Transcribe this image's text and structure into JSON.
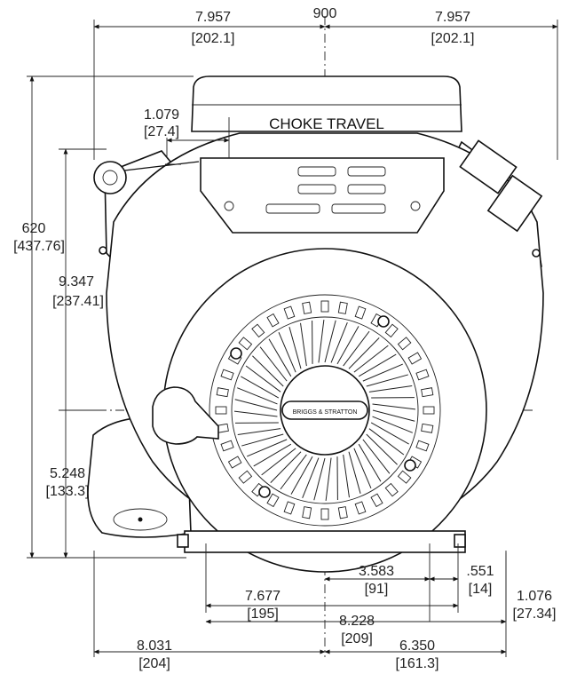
{
  "labels": {
    "choke": "CHOKE TRAVEL",
    "brand": "BRIGGS & STRATTON"
  },
  "dimensions": {
    "top_center": "900",
    "top_left": {
      "in": "7.957",
      "mm": "[202.1]"
    },
    "top_right": {
      "in": "7.957",
      "mm": "[202.1]"
    },
    "choke": {
      "in": "1.079",
      "mm": "[27.4]"
    },
    "height": {
      "in": "620",
      "mm": "[437.76]"
    },
    "mid_left": {
      "in": "9.347",
      "mm": "[237.41]"
    },
    "low_left": {
      "in": "5.248",
      "mm": "[133.3]"
    },
    "b1": {
      "in": "3.583",
      "mm": "[91]"
    },
    "b2": {
      "in": ".551",
      "mm": "[14]"
    },
    "b3": {
      "in": "7.677",
      "mm": "[195]"
    },
    "b4": {
      "in": "8.228",
      "mm": "[209]"
    },
    "b5": {
      "in": "1.076",
      "mm": "[27.34]"
    },
    "b6": {
      "in": "8.031",
      "mm": "[204]"
    },
    "b7": {
      "in": "6.350",
      "mm": "[161.3]"
    }
  }
}
